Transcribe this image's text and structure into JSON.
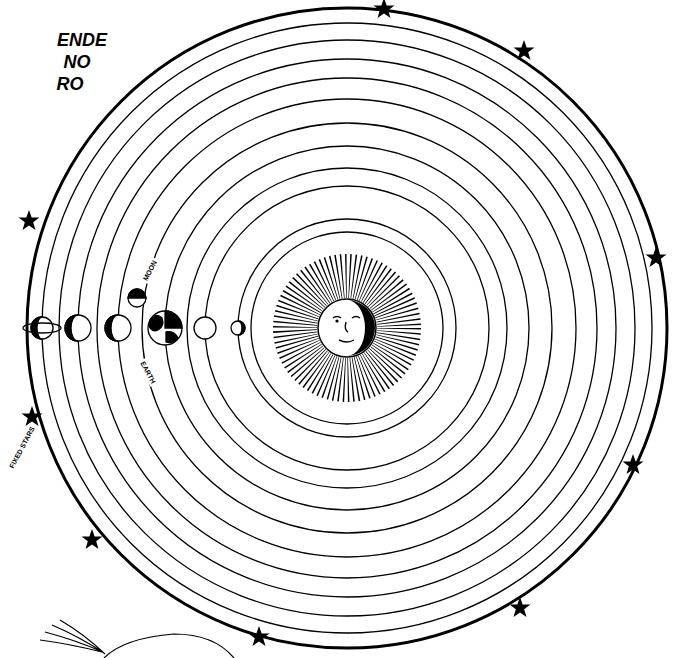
{
  "diagram": {
    "labels": [
      "ENDE",
      "NO",
      "RO",
      "MOON",
      "EARTH",
      "FIXED STARS"
    ]
  }
}
